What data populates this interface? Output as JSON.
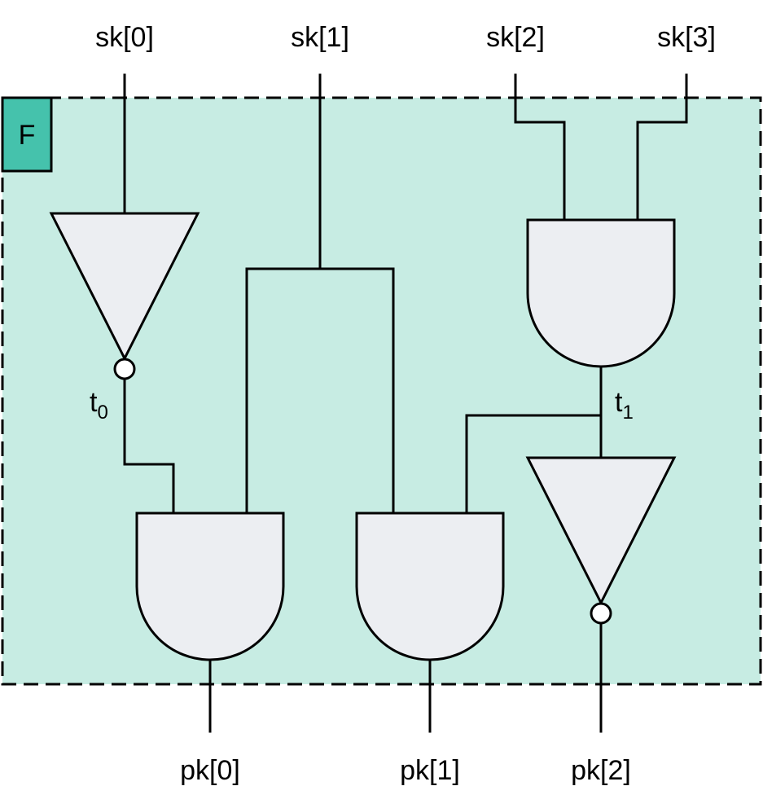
{
  "block": {
    "label": "F",
    "fill_color": "#c7ece3",
    "tag_color": "#45c2ac"
  },
  "inputs": [
    "sk[0]",
    "sk[1]",
    "sk[2]",
    "sk[3]"
  ],
  "outputs": [
    "pk[0]",
    "pk[1]",
    "pk[2]"
  ],
  "intermediates": {
    "t0": {
      "base": "t",
      "sub": "0"
    },
    "t1": {
      "base": "t",
      "sub": "1"
    }
  },
  "gates": [
    {
      "type": "not",
      "name": "not-sk0",
      "inputs": [
        "sk[0]"
      ],
      "output": "t0"
    },
    {
      "type": "and",
      "name": "and-sk2-sk3",
      "inputs": [
        "sk[2]",
        "sk[3]"
      ],
      "output": "t1"
    },
    {
      "type": "not",
      "name": "not-t1",
      "inputs": [
        "t1"
      ],
      "output": "pk[2]"
    },
    {
      "type": "and",
      "name": "and-t0-sk1",
      "inputs": [
        "t0",
        "sk[1]"
      ],
      "output": "pk[0]"
    },
    {
      "type": "and",
      "name": "and-sk1-t1",
      "inputs": [
        "sk[1]",
        "t1"
      ],
      "output": "pk[1]"
    }
  ],
  "colors": {
    "gate_fill": "#eceef2",
    "stroke": "#000000"
  }
}
